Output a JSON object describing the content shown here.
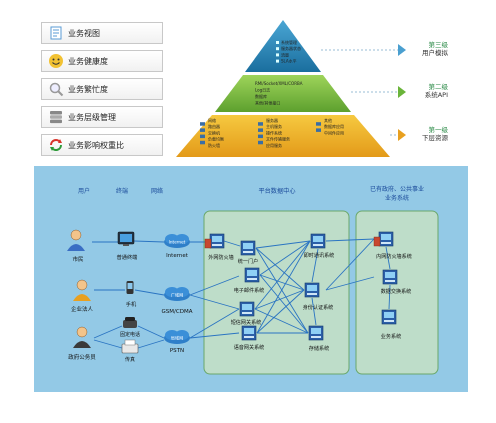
{
  "menu": [
    {
      "label": "业务视图",
      "icon": "notepad-icon",
      "color": "#5a9bd5"
    },
    {
      "label": "业务健康度",
      "icon": "smiley-icon",
      "color": "#f2c233"
    },
    {
      "label": "业务繁忙度",
      "icon": "magnifier-icon",
      "color": "#999999"
    },
    {
      "label": "业务层级管理",
      "icon": "database-icon",
      "color": "#888888"
    },
    {
      "label": "业务影响权重比",
      "icon": "refresh-icon",
      "color": "#d9342b"
    }
  ],
  "pyramid": {
    "layers": [
      {
        "num": "第三级",
        "title": "用户模拟",
        "items": [
          "系统管理",
          "服务器状态",
          "流量",
          "SLA水平"
        ]
      },
      {
        "num": "第二级",
        "title": "系统API",
        "items": [
          "RMI/Socket/XML/CORBA",
          "Log日志",
          "数据库",
          "其他/其他接口"
        ]
      },
      {
        "num": "第一级",
        "title": "下层资源",
        "groups": [
          [
            "网络",
            "路由器",
            "交换机",
            "负载均衡",
            "防火墙"
          ],
          [
            "服务器",
            "主机服务",
            "操作系统",
            "文件传输服务",
            "应用服务"
          ],
          [
            "其他",
            "数据库应用",
            "中间件应用"
          ]
        ]
      }
    ]
  },
  "network": {
    "columns": {
      "users": "用户",
      "terminal": "终端",
      "network": "网络",
      "center": "平台数据中心",
      "gov": "已有政府、公共事业",
      "gov2": "业务系统"
    },
    "users": [
      "市民",
      "企业法人",
      "政府公务员"
    ],
    "terminals": [
      "普通终端",
      "手机",
      "固定电话",
      "传真"
    ],
    "clouds": [
      {
        "top": "Internet",
        "bottom": "Internet"
      },
      {
        "top": "广域网",
        "bottom": "GSM/CDMA"
      },
      {
        "top": "局域网",
        "bottom": "PSTN"
      }
    ],
    "center_nodes": [
      "外网防火墙",
      "统一门户",
      "电子邮件系统",
      "短信网关系统",
      "语音网关系统",
      "即时通讯系统",
      "身份认证系统",
      "存储系统"
    ],
    "gov_nodes": [
      "内网防火墙系统",
      "数据交换系统",
      "业务系统"
    ]
  },
  "colors": {
    "net_bg": "#93c9e6",
    "zone": "#c6e1c3",
    "zone_border": "#6aa86a",
    "line": "#2a74c2",
    "label": "#1a4a9a"
  }
}
